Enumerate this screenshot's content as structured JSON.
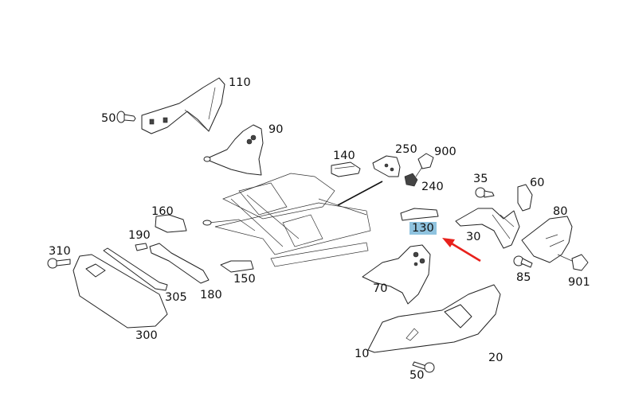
{
  "diagram": {
    "title": "Seat exploded parts diagram",
    "highlighted_part": "130",
    "pointer_arrow_color": "#e8211c",
    "highlight_color": "#8fc3df",
    "labels": [
      {
        "id": "110",
        "text": "110"
      },
      {
        "id": "50a",
        "text": "50"
      },
      {
        "id": "90",
        "text": "90"
      },
      {
        "id": "140",
        "text": "140"
      },
      {
        "id": "250",
        "text": "250"
      },
      {
        "id": "900",
        "text": "900"
      },
      {
        "id": "240",
        "text": "240"
      },
      {
        "id": "35",
        "text": "35"
      },
      {
        "id": "60",
        "text": "60"
      },
      {
        "id": "80",
        "text": "80"
      },
      {
        "id": "30",
        "text": "30"
      },
      {
        "id": "130",
        "text": "130"
      },
      {
        "id": "160",
        "text": "160"
      },
      {
        "id": "190",
        "text": "190"
      },
      {
        "id": "310",
        "text": "310"
      },
      {
        "id": "305",
        "text": "305"
      },
      {
        "id": "180",
        "text": "180"
      },
      {
        "id": "150",
        "text": "150"
      },
      {
        "id": "300",
        "text": "300"
      },
      {
        "id": "85",
        "text": "85"
      },
      {
        "id": "901",
        "text": "901"
      },
      {
        "id": "70",
        "text": "70"
      },
      {
        "id": "10",
        "text": "10"
      },
      {
        "id": "20",
        "text": "20"
      },
      {
        "id": "50b",
        "text": "50"
      }
    ]
  }
}
